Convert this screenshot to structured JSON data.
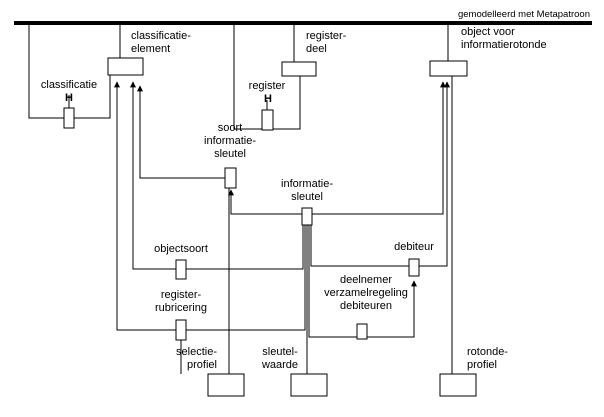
{
  "header": {
    "text": "gemodelleerd met Metapatroon"
  },
  "labels": {
    "classificatie_element": [
      "classificatie-",
      "element"
    ],
    "register_deel": [
      "register-",
      "deel"
    ],
    "object_voor": [
      "object voor",
      "informatierotonde"
    ],
    "classificatie": [
      "classificatie"
    ],
    "classificatie_mark": [
      "H"
    ],
    "register": [
      "register"
    ],
    "register_mark": [
      "H"
    ],
    "soort_informatiesleutel": [
      "soort",
      "informatie-",
      "sleutel"
    ],
    "informatiesleutel": [
      "informatie-",
      "sleutel"
    ],
    "objectsoort": [
      "objectsoort"
    ],
    "debiteur": [
      "debiteur"
    ],
    "deelnemer": [
      "deelnemer",
      "verzamelregeling",
      "debiteuren"
    ],
    "registerrubricering": [
      "register-",
      "rubricering"
    ],
    "selectieprofiel": [
      "selectie-",
      "profiel"
    ],
    "sleutelwaarde": [
      "sleutel-",
      "waarde"
    ],
    "rotondeprofiel": [
      "rotonde-",
      "profiel"
    ]
  }
}
